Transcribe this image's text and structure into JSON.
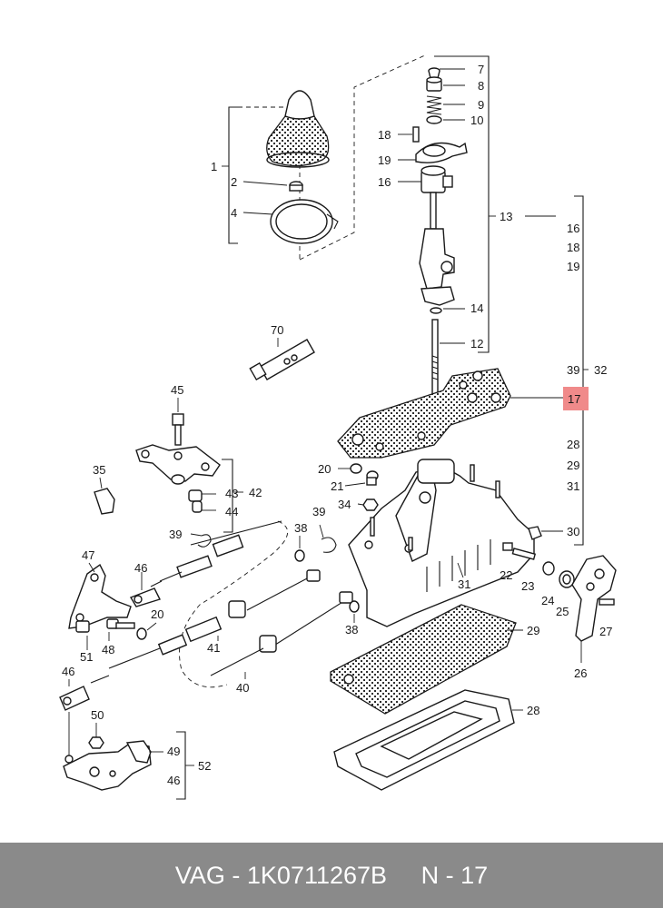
{
  "footer": {
    "brand": "VAG",
    "sep1": " - ",
    "part_number": "1K0711267B",
    "gap": "     ",
    "ref": "N - 17"
  },
  "highlight_color": "#f08a8a",
  "labels": {
    "l1": "1",
    "l2": "2",
    "l4": "4",
    "l7": "7",
    "l8": "8",
    "l9": "9",
    "l10": "10",
    "l18a": "18",
    "l19a": "19",
    "l16a": "16",
    "l13": "13",
    "l16b": "16",
    "l18b": "18",
    "l19b": "19",
    "l14": "14",
    "l12": "12",
    "l70": "70",
    "l39a": "39",
    "l32": "32",
    "l17": "17",
    "l28a": "28",
    "l29a": "29",
    "l31a": "31",
    "l30": "30",
    "l45": "45",
    "l35": "35",
    "l43": "43",
    "l42": "42",
    "l44": "44",
    "l20a": "20",
    "l21": "21",
    "l34": "34",
    "l39b": "39",
    "l38a": "38",
    "l39c": "39",
    "l47": "47",
    "l46a": "46",
    "l22": "22",
    "l23": "23",
    "l24": "24",
    "l25": "25",
    "l31b": "31",
    "l20b": "20",
    "l48": "48",
    "l51": "51",
    "l41": "41",
    "l38b": "38",
    "l29b": "29",
    "l27": "27",
    "l26": "26",
    "l46b": "46",
    "l40": "40",
    "l28b": "28",
    "l50": "50",
    "l49": "49",
    "l52": "52",
    "l46c": "46"
  }
}
